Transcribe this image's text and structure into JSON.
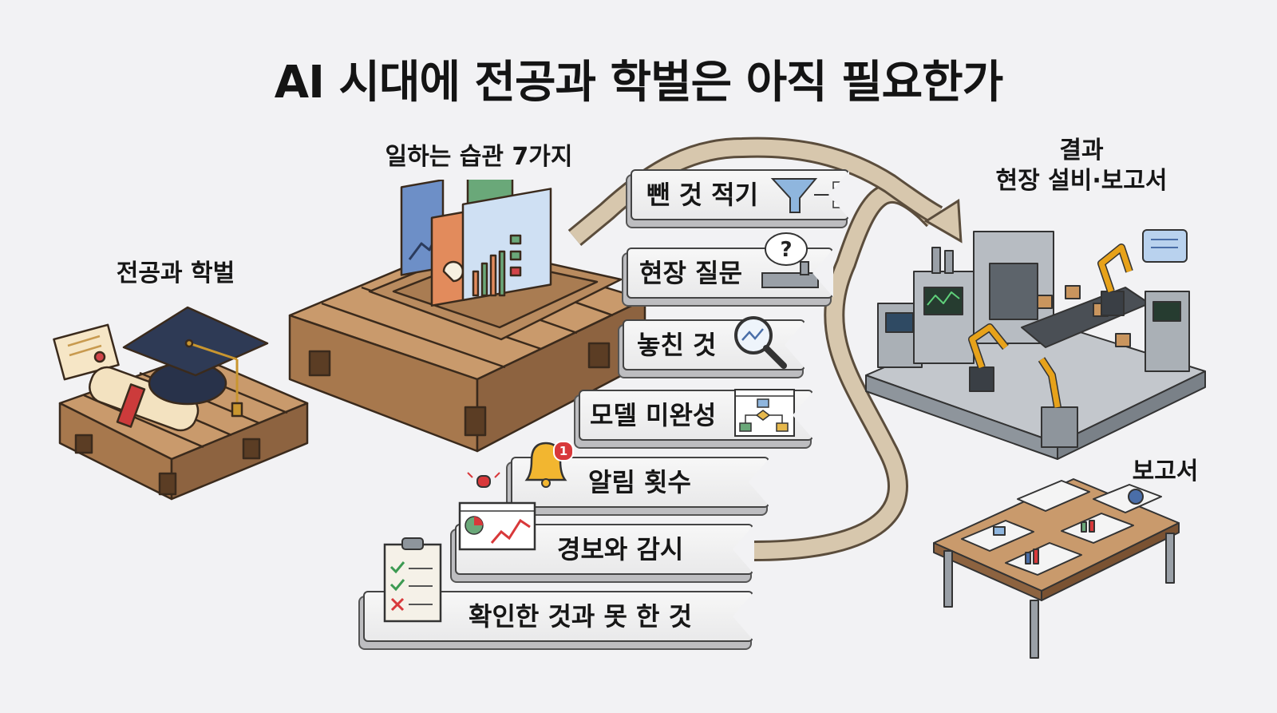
{
  "title": "AI 시대에 전공과 학벌은 아직 필요한가",
  "labels": {
    "major": "전공과 학벌",
    "habits": "일하는 습관 7가지",
    "result_line1": "결과",
    "result_line2": "현장 설비·보고서",
    "report": "보고서"
  },
  "habits": [
    {
      "text": "뺀 것 적기",
      "icon": "funnel-icon"
    },
    {
      "text": "현장 질문",
      "icon": "question-bubble-icon"
    },
    {
      "text": "놓친 것",
      "icon": "magnifier-icon"
    },
    {
      "text": "모델 미완성",
      "icon": "flowchart-icon"
    },
    {
      "text": "알림 횟수",
      "icon": "bell-icon"
    },
    {
      "text": "경보와 감시",
      "icon": "alarm-dashboard-icon"
    },
    {
      "text": "확인한 것과 못 한 것",
      "icon": "checklist-icon"
    }
  ],
  "badge_count": "1",
  "colors": {
    "wood": "#b88a5f",
    "wood_dark": "#6f4a2c",
    "arrow": "#d7c7ad",
    "robot": "#e7a21a",
    "machine": "#b7bcc2",
    "cap": "#2e3a55"
  }
}
